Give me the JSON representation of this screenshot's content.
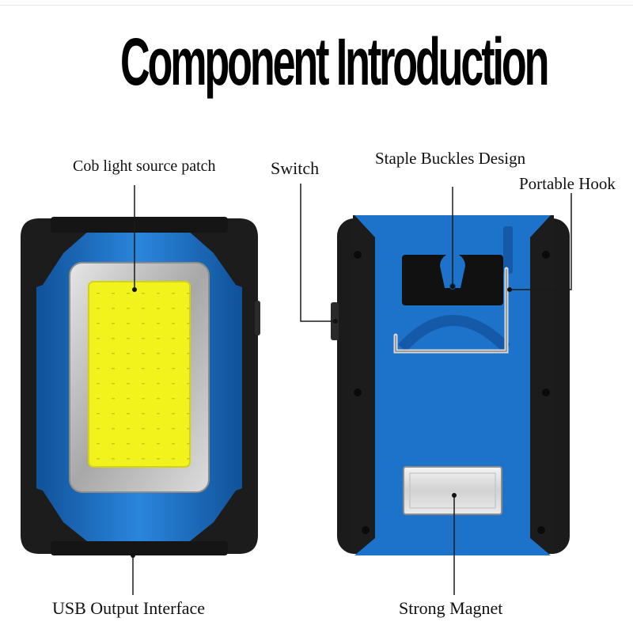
{
  "title": "Component Introduction",
  "labels": {
    "cob": "Cob light source patch",
    "switch": "Switch",
    "staple": "Staple Buckles Design",
    "hook": "Portable Hook",
    "usb": "USB Output Interface",
    "magnet": "Strong Magnet"
  },
  "colors": {
    "body_black": "#1b1b1b",
    "body_blue": "#1b6fc4",
    "cob_yellow": "#f2f21c",
    "silver": "#c9c9c9"
  }
}
